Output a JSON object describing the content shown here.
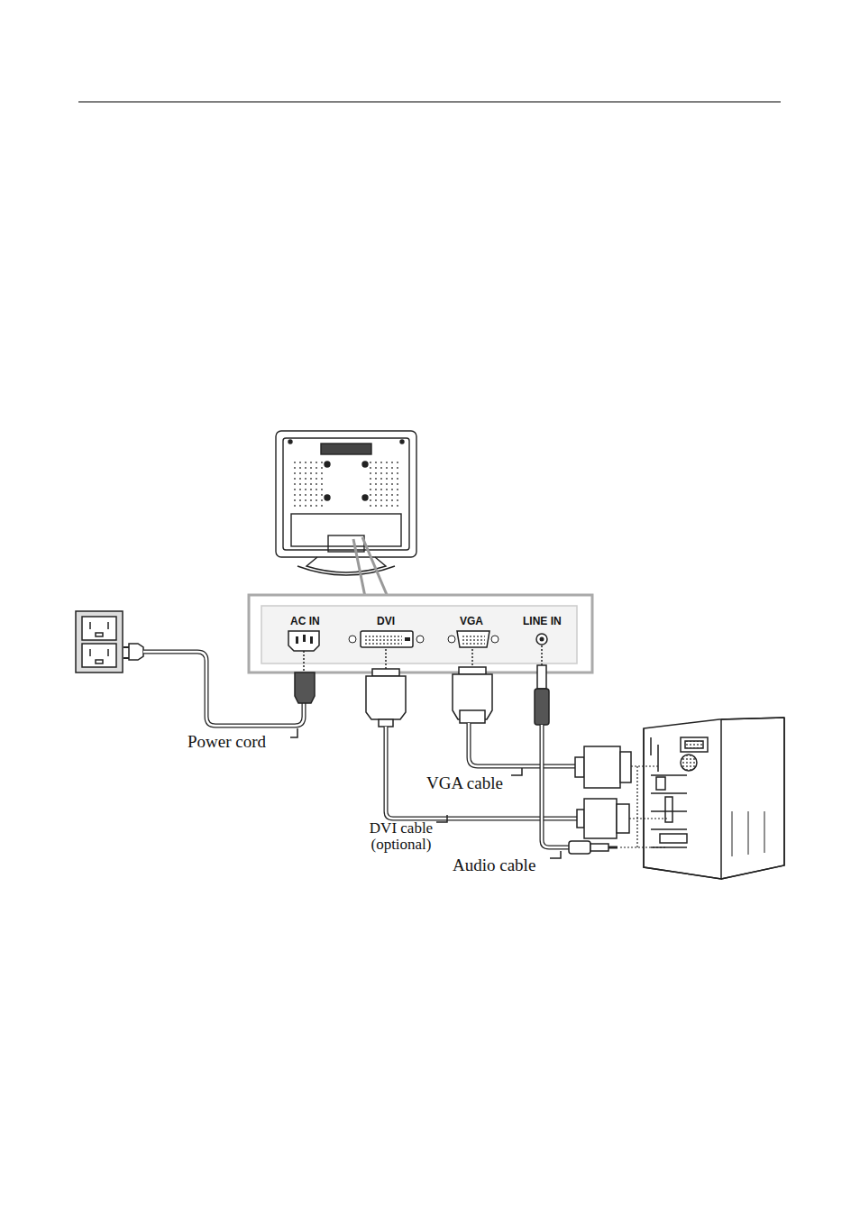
{
  "diagram": {
    "labels": [
      "AC IN",
      "DVI",
      "VGA",
      "LINE IN",
      "Power cord",
      "VGA cable",
      "DVI cable (optional)",
      "Audio cable"
    ]
  }
}
